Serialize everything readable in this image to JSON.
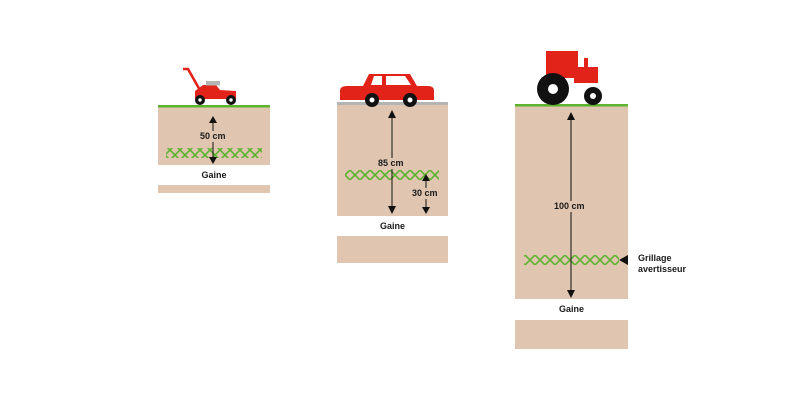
{
  "colors": {
    "soil": "#e0c6b0",
    "grass": "#5cb32e",
    "road": "#b4b4b4",
    "net": "#5cb32e",
    "vehicle": "#e2231a",
    "tire": "#111111",
    "arrow": "#111111"
  },
  "scenes": [
    {
      "vehicle_icon": "lawn-mower-icon",
      "surface": "grass",
      "depth_label": "50 cm",
      "sheath_label": "Gaine"
    },
    {
      "vehicle_icon": "car-icon",
      "surface": "road",
      "depth_label": "85 cm",
      "net_depth_label": "30 cm",
      "sheath_label": "Gaine"
    },
    {
      "vehicle_icon": "tractor-icon",
      "surface": "grass",
      "depth_label": "100 cm",
      "sheath_label": "Gaine",
      "net_label": "Grillage avertisseur"
    }
  ]
}
